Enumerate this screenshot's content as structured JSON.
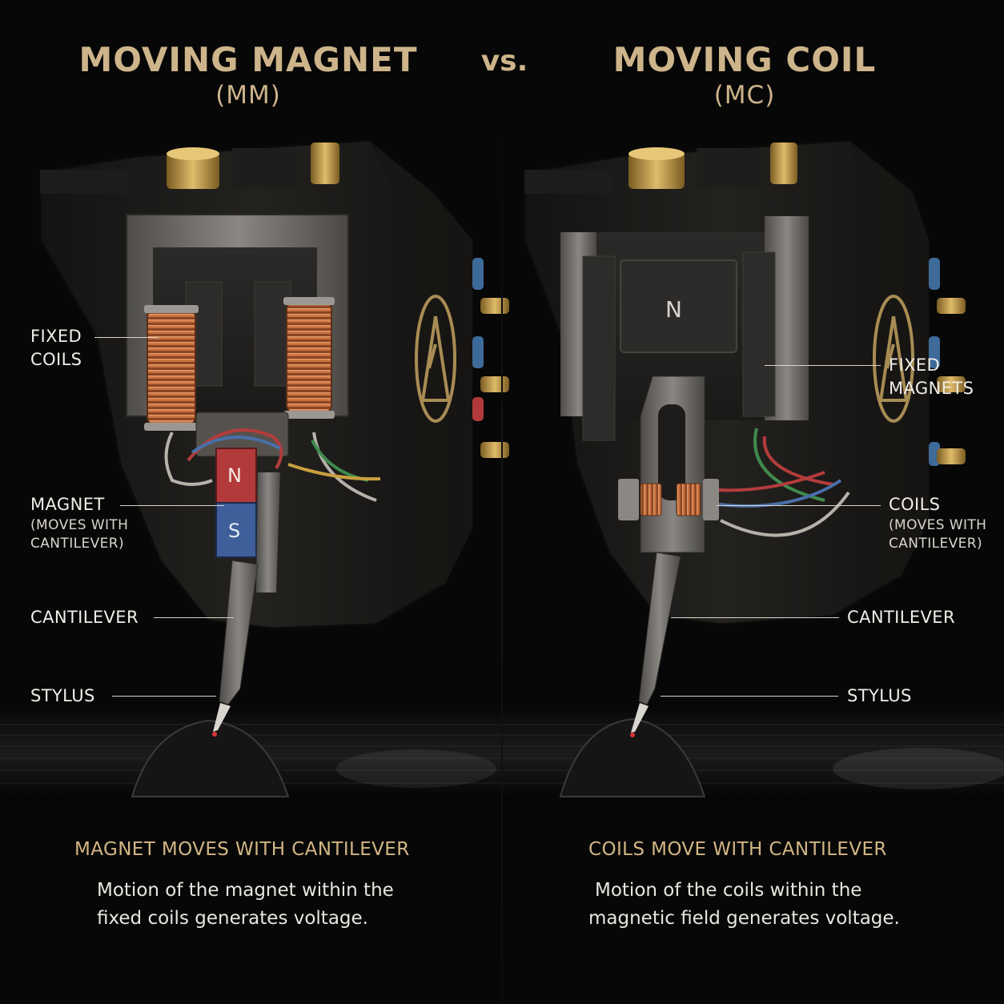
{
  "header": {
    "left_title": "MOVING MAGNET",
    "left_sub": "(MM)",
    "vs": "vs.",
    "right_title": "MOVING COIL",
    "right_sub": "(MC)"
  },
  "left": {
    "labels": {
      "fixed_coils_1": "FIXED",
      "fixed_coils_2": "COILS",
      "magnet": "MAGNET",
      "magnet_note_1": "(MOVES WITH",
      "magnet_note_2": "CANTILEVER)",
      "cantilever": "CANTILEVER",
      "stylus": "STYLUS",
      "pole_n": "N",
      "pole_s": "S"
    },
    "caption_heading": "MAGNET MOVES WITH CANTILEVER",
    "caption_line_1": "Motion of the magnet within the",
    "caption_line_2": "fixed coils generates voltage."
  },
  "right": {
    "labels": {
      "fixed_magnets_1": "FIXED",
      "fixed_magnets_2": "MAGNETS",
      "coils": "COILS",
      "coils_note_1": "(MOVES WITH",
      "coils_note_2": "CANTILEVER)",
      "cantilever": "CANTILEVER",
      "stylus": "STYLUS",
      "pole_n": "N"
    },
    "caption_heading": "COILS MOVE WITH CANTILEVER",
    "caption_line_1": "Motion of the coils within the",
    "caption_line_2": "magnetic field generates voltage."
  },
  "colors": {
    "gold_title": "#cdb48a",
    "copper": "#b8643a",
    "magnet_red": "#b23a3a",
    "magnet_blue": "#3f5f9a",
    "body": "#1c1a18",
    "steel": "#6f6c68"
  }
}
